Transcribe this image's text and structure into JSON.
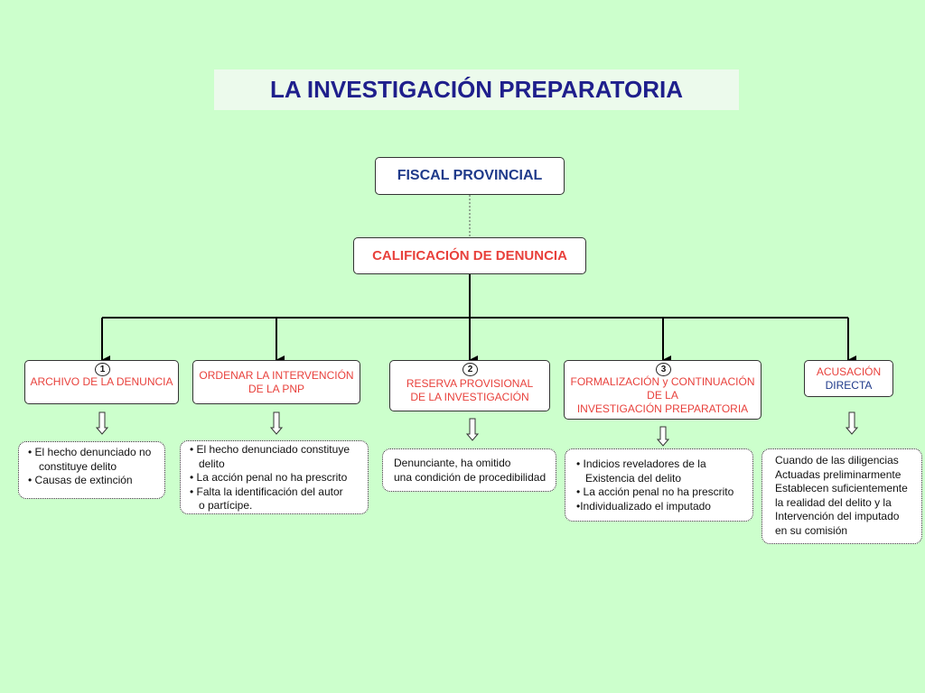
{
  "title": "LA INVESTIGACIÓN PREPARATORIA",
  "root": "FISCAL PROVINCIAL",
  "level2": "CALIFICACIÓN DE DENUNCIA",
  "branches": {
    "archivo": {
      "badge": "1",
      "line1": "ARCHIVO DE LA DENUNCIA"
    },
    "ordenar": {
      "line1": "ORDENAR LA INTERVENCIÓN",
      "line2": "DE LA PNP"
    },
    "reserva": {
      "badge": "2",
      "line1": "RESERVA PROVISIONAL",
      "line2": "DE LA INVESTIGACIÓN"
    },
    "formalizacion": {
      "badge": "3",
      "line1": "FORMALIZACIÓN y CONTINUACIÓN",
      "line2": "DE LA",
      "line3": "INVESTIGACIÓN PREPARATORIA"
    },
    "acusacion": {
      "line1": "ACUSACIÓN",
      "line2": "DIRECTA"
    }
  },
  "notes": {
    "archivo": [
      "• El hecho denunciado no",
      "   constituye delito",
      "• Causas de extinción"
    ],
    "ordenar": [
      "• El hecho denunciado constituye",
      "   delito",
      "• La acción penal no ha prescrito",
      "• Falta la identificación del autor",
      "   o partícipe."
    ],
    "reserva": [
      "Denunciante, ha omitido",
      "una condición de procedibilidad"
    ],
    "formalizacion": [
      "•  Indicios reveladores de la",
      "    Existencia del delito",
      "•  La acción penal no ha prescrito",
      "•Individualizado el imputado"
    ],
    "acusacion": [
      "Cuando de las diligencias",
      "Actuadas preliminarmente",
      "Establecen suficientemente",
      "la realidad del delito y la",
      "Intervención  del imputado",
      "en su comisión"
    ]
  },
  "colors": {
    "background": "#ccffcc",
    "title": "#1f1f8c",
    "accent_red": "#e8413c",
    "blue": "#1f3a8a"
  }
}
